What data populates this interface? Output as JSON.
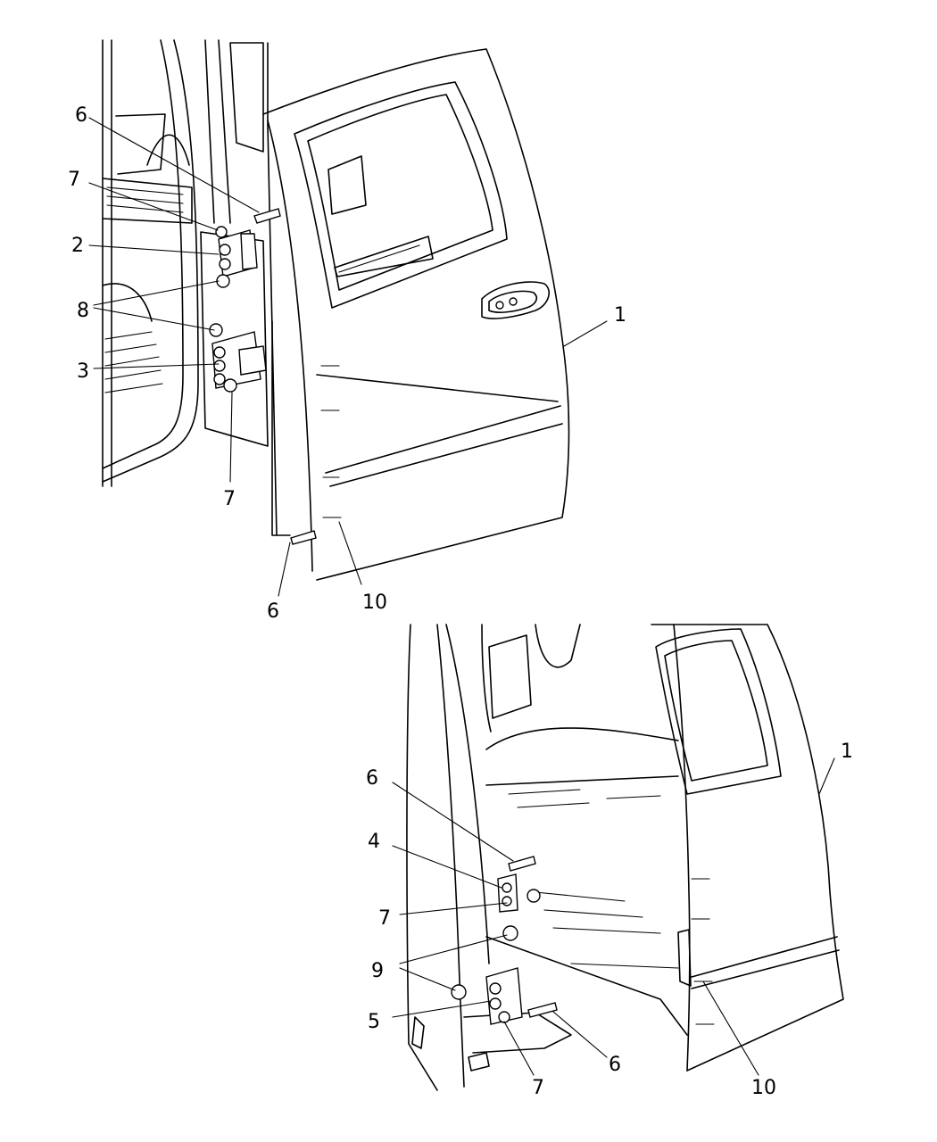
{
  "callouts_top": {
    "c1": "1",
    "c2": "2",
    "c3": "3",
    "c6a": "6",
    "c6b": "6",
    "c7a": "7",
    "c7b": "7",
    "c8": "8",
    "c10": "10"
  },
  "callouts_bottom": {
    "c1": "1",
    "c4": "4",
    "c5": "5",
    "c6a": "6",
    "c6b": "6",
    "c7a": "7",
    "c7b": "7",
    "c9": "9",
    "c10": "10"
  }
}
